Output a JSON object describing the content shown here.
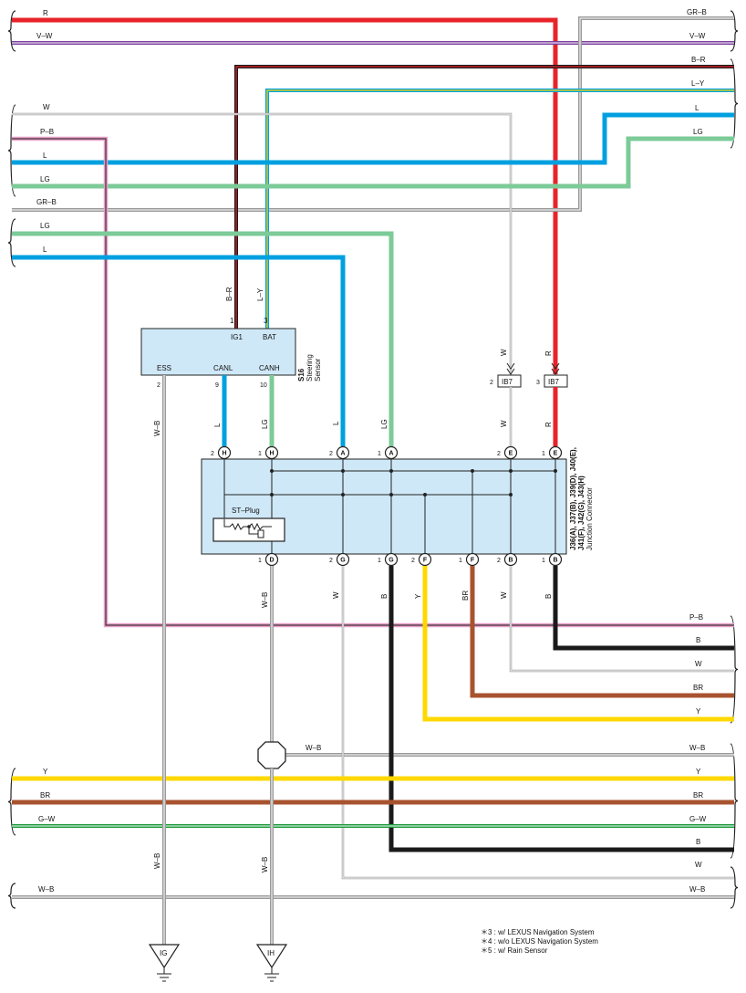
{
  "wires": {
    "R": "R",
    "V_W": "V–W",
    "GR_B": "GR–B",
    "B_R": "B–R",
    "L_Y": "L–Y",
    "W": "W",
    "P_B": "P–B",
    "L": "L",
    "LG": "LG",
    "Y": "Y",
    "BR": "BR",
    "G_W": "G–W",
    "W_B": "W–B",
    "B": "B"
  },
  "colors": {
    "R": "#e8232a",
    "V": "#7b3f9e",
    "GR": "#9a9a9a",
    "L": "#00a0e0",
    "LG": "#7ccb98",
    "Y": "#ffd800",
    "BR": "#a8532f",
    "G": "#1a9a3a",
    "P": "#e8a0c8",
    "B": "#1a1a1a",
    "W": "#bbbbbb",
    "box": "#cfe8f7"
  },
  "sensor": {
    "id": "S16",
    "name_line1": "Steering",
    "name_line2": "Sensor",
    "pins": {
      "ig1": {
        "num": "1",
        "label": "IG1"
      },
      "bat": {
        "num": "3",
        "label": "BAT"
      },
      "ess": {
        "num": "2",
        "label": "ESS"
      },
      "canl": {
        "num": "9",
        "label": "CANL"
      },
      "canh": {
        "num": "10",
        "label": "CANH"
      }
    }
  },
  "ib7": {
    "label": "IB7",
    "pin_left": "2",
    "pin_right": "3"
  },
  "junction": {
    "title_line1": "J36(A), J37(B), J39(D), J40(E),",
    "title_line2": "J41(F), J42(G), J43(H)",
    "title_line3": "Junction Connector",
    "st_plug": "ST–Plug",
    "top_pins": [
      {
        "num": "2",
        "letter": "H"
      },
      {
        "num": "1",
        "letter": "H"
      },
      {
        "num": "2",
        "letter": "A"
      },
      {
        "num": "1",
        "letter": "A"
      },
      {
        "num": "2",
        "letter": "E"
      },
      {
        "num": "1",
        "letter": "E"
      }
    ],
    "bottom_pins": [
      {
        "num": "1",
        "letter": "D"
      },
      {
        "num": "2",
        "letter": "G"
      },
      {
        "num": "1",
        "letter": "G"
      },
      {
        "num": "2",
        "letter": "F"
      },
      {
        "num": "1",
        "letter": "F"
      },
      {
        "num": "2",
        "letter": "B"
      },
      {
        "num": "1",
        "letter": "B"
      }
    ]
  },
  "grounds": {
    "ig": "IG",
    "ih": "IH"
  },
  "notes": [
    "＊3 : w/ LEXUS Navigation System",
    "＊4 : w/o LEXUS Navigation System",
    "＊5 : w/ Rain Sensor"
  ]
}
